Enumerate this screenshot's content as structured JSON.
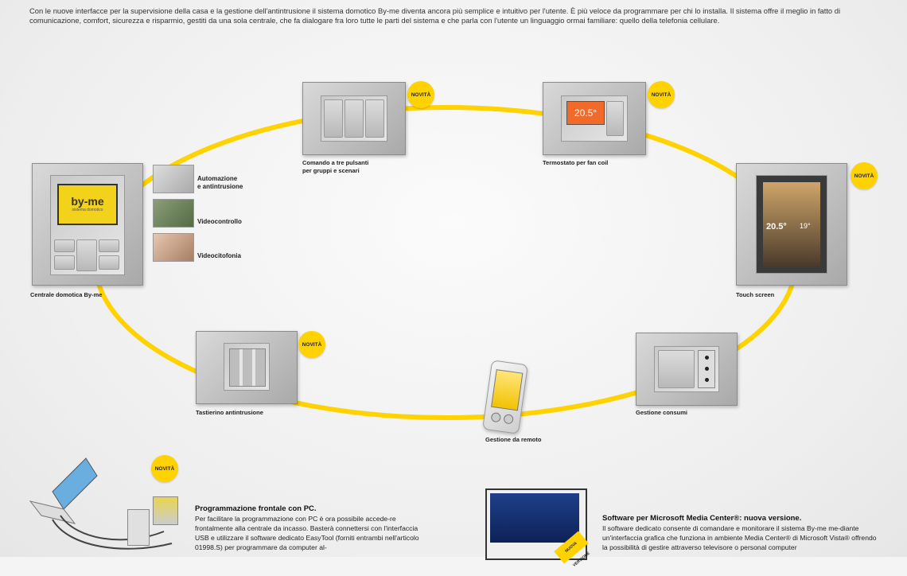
{
  "intro": "Con le nuove interfacce per la supervisione della casa e la gestione dell'antintrusione il sistema domotico By-me diventa ancora più semplice e intuitivo per l'utente. È più veloce da programmare per chi lo installa. Il sistema offre il meglio in fatto di comunicazione, comfort, sicurezza e risparmio, gestiti da una sola centrale, che fa dialogare fra loro tutte le parti del sistema e che parla con l'utente un linguaggio ormai familiare: quello della telefonia cellulare.",
  "badge_text": "NOVITÀ",
  "devices": {
    "centrale": "Centrale domotica By-me",
    "comando": "Comando a tre pulsanti\nper gruppi e scenari",
    "termostato": "Termostato per fan coil",
    "touch": "Touch screen",
    "consumi": "Gestione consumi",
    "remoto": "Gestione da remoto",
    "tastierino": "Tastierino antintrusione"
  },
  "centrale_logo": "by-me",
  "centrale_sub": "sistema domotico",
  "thermo_display": "20.5°",
  "touch_display": "20.5°",
  "touch_display2": "19°",
  "functions": [
    {
      "label": "Automazione\ne antintrusione"
    },
    {
      "label": "Videocontrollo"
    },
    {
      "label": "Videocitofonia"
    }
  ],
  "pc": {
    "title": "Programmazione frontale con PC.",
    "body": "Per facilitare la programmazione con PC è ora possibile accede-re frontalmente alla centrale da incasso. Basterà connettersi con l'interfaccia USB e utilizzare il software dedicato EasyTool (forniti entrambi nell'articolo 01998.S) per programmare da computer al-"
  },
  "mediacenter": {
    "title": "Software per Microsoft Media Center®: nuova versione.",
    "body": "Il software dedicato consente di comandare e monitorare il sistema By-me me-diante un'interfaccia grafica che funziona in ambiente Media Center® di Microsoft Vista® offrendo la possibilità di gestire attraverso televisore o personal computer",
    "ribbon": "NUOVA VERSIONE"
  }
}
